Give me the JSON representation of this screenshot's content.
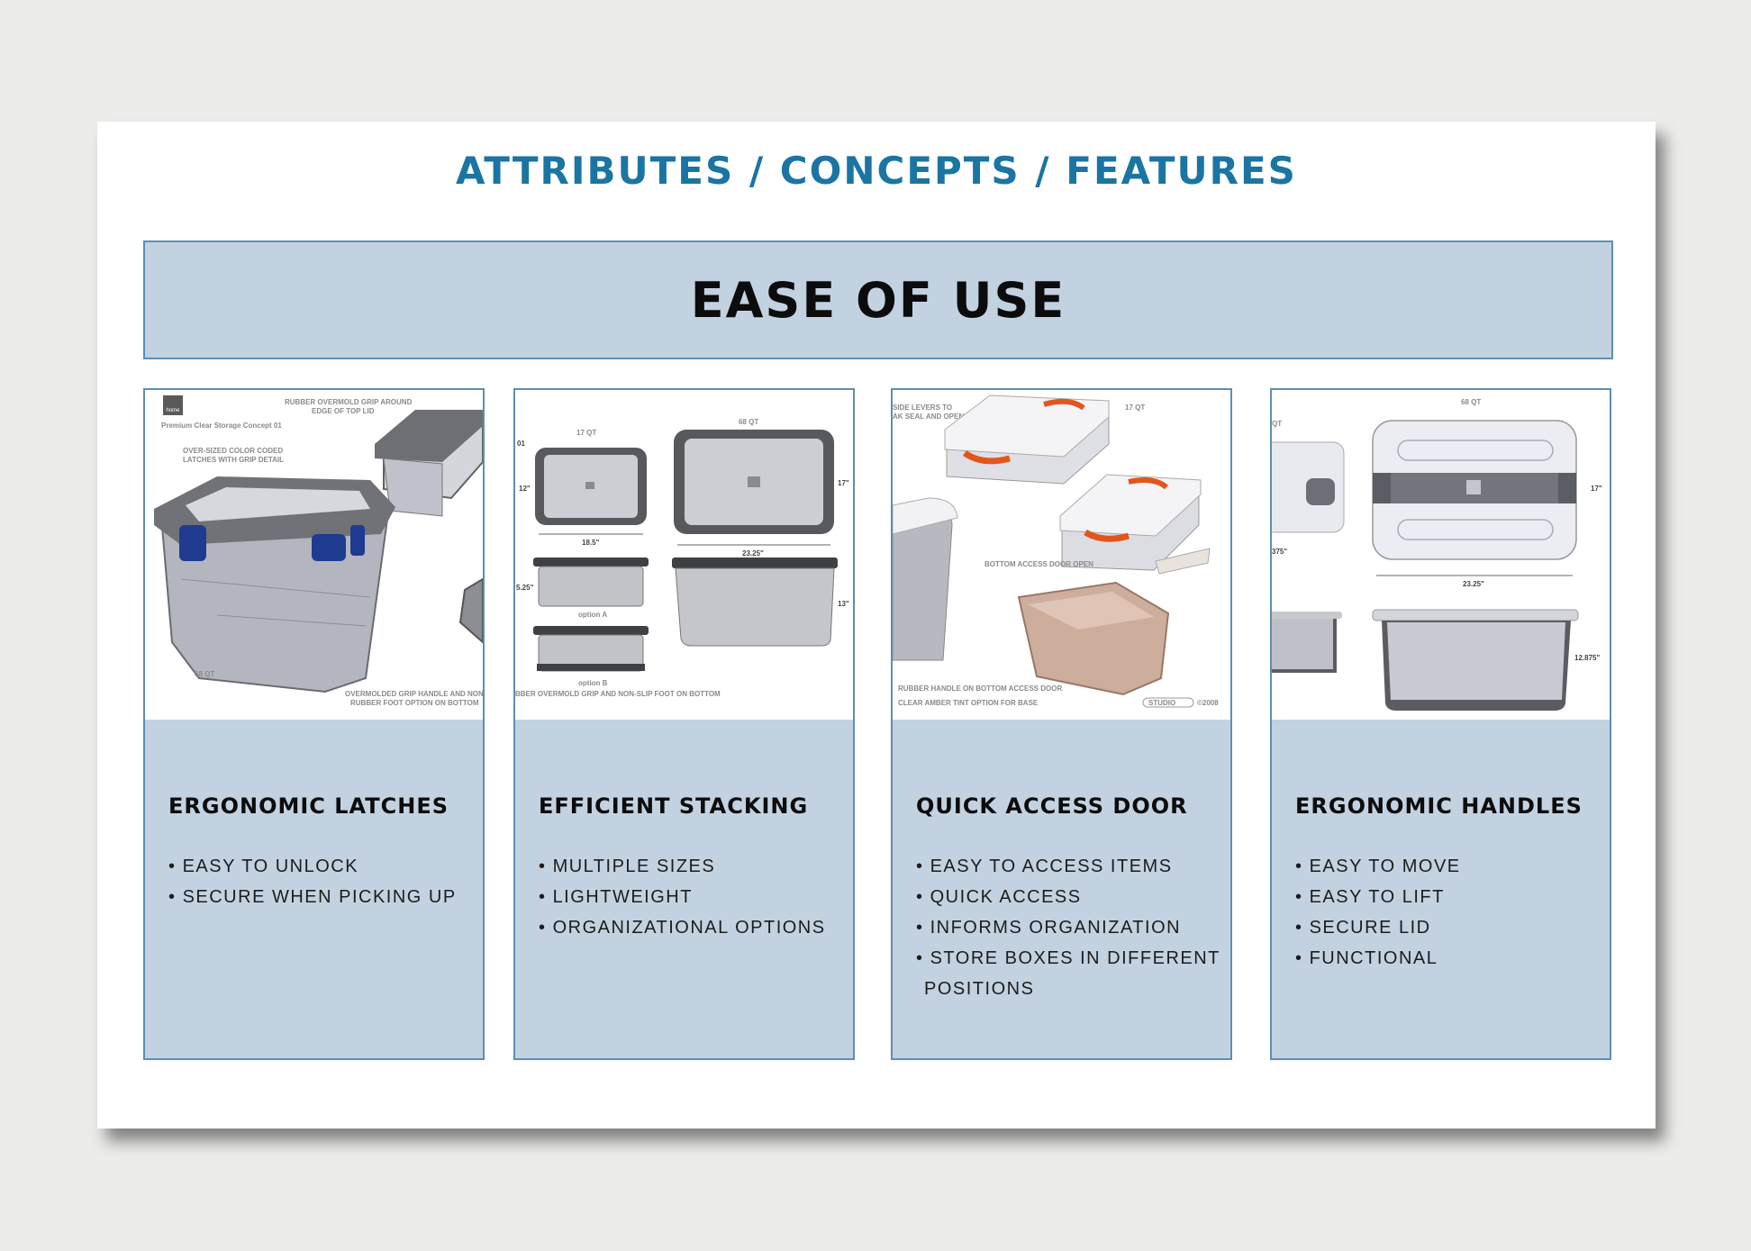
{
  "header": {
    "title": "ATTRIBUTES / CONCEPTS / FEATURES"
  },
  "banner": {
    "title": "EASE OF USE"
  },
  "cards": [
    {
      "title": "ERGONOMIC LATCHES",
      "bullets": [
        "EASY TO UNLOCK",
        "SECURE WHEN PICKING UP"
      ],
      "image": {
        "brand": "home",
        "concept": "Premium Clear Storage Concept 01",
        "cap1a": "RUBBER OVERMOLD GRIP AROUND",
        "cap1b": "EDGE OF TOP LID",
        "cap2a": "OVER-SIZED COLOR CODED",
        "cap2b": "LATCHES WITH GRIP DETAIL",
        "size": "68 QT",
        "cap3a": "OVERMOLDED GRIP HANDLE AND NON-S",
        "cap3b": "RUBBER FOOT OPTION ON BOTTOM",
        "accent": "#1f3b8f"
      }
    },
    {
      "title": "EFFICIENT STACKING",
      "bullets": [
        "MULTIPLE SIZES",
        "LIGHTWEIGHT",
        "ORGANIZATIONAL OPTIONS"
      ],
      "image": {
        "size_small": "17 QT",
        "size_large": "68 QT",
        "dim_01": "01",
        "dim_12": "12\"",
        "dim_185": "18.5\"",
        "dim_2325": "23.25\"",
        "dim_17": "17\"",
        "dim_525": "5.25\"",
        "dim_13": "13\"",
        "option_a": "option A",
        "option_b": "option B",
        "caption": "BBER OVERMOLD GRIP AND NON-SLIP FOOT ON BOTTOM"
      }
    },
    {
      "title": "QUICK ACCESS DOOR",
      "bullets": [
        "EASY TO ACCESS ITEMS",
        "QUICK ACCESS",
        "INFORMS ORGANIZATION",
        "STORE BOXES IN DIFFERENT",
        "POSITIONS"
      ],
      "image": {
        "cap1a": "SIDE LEVERS TO",
        "cap1b": "AK SEAL AND OPEN",
        "size": "17 QT",
        "cap2": "BOTTOM ACCESS DOOR OPEN",
        "cap3": "RUBBER HANDLE ON BOTTOM ACCESS DOOR",
        "cap4": "CLEAR AMBER TINT OPTION FOR BASE",
        "studio": "STUDIO",
        "year": "©2008",
        "accent": "#e2561c"
      }
    },
    {
      "title": "ERGONOMIC HANDLES",
      "bullets": [
        "EASY TO MOVE",
        "EASY TO LIFT",
        "SECURE LID",
        "FUNCTIONAL"
      ],
      "image": {
        "size": "68 QT",
        "size_partial": "QT",
        "dim_17": "17\"",
        "dim_375": "375\"",
        "dim_2325": "23.25\"",
        "dim_12875": "12.875\""
      }
    }
  ],
  "colors": {
    "title_blue": "#1a75a3",
    "panel_blue": "#c3d2e1",
    "border_blue": "#5d8eb3"
  }
}
